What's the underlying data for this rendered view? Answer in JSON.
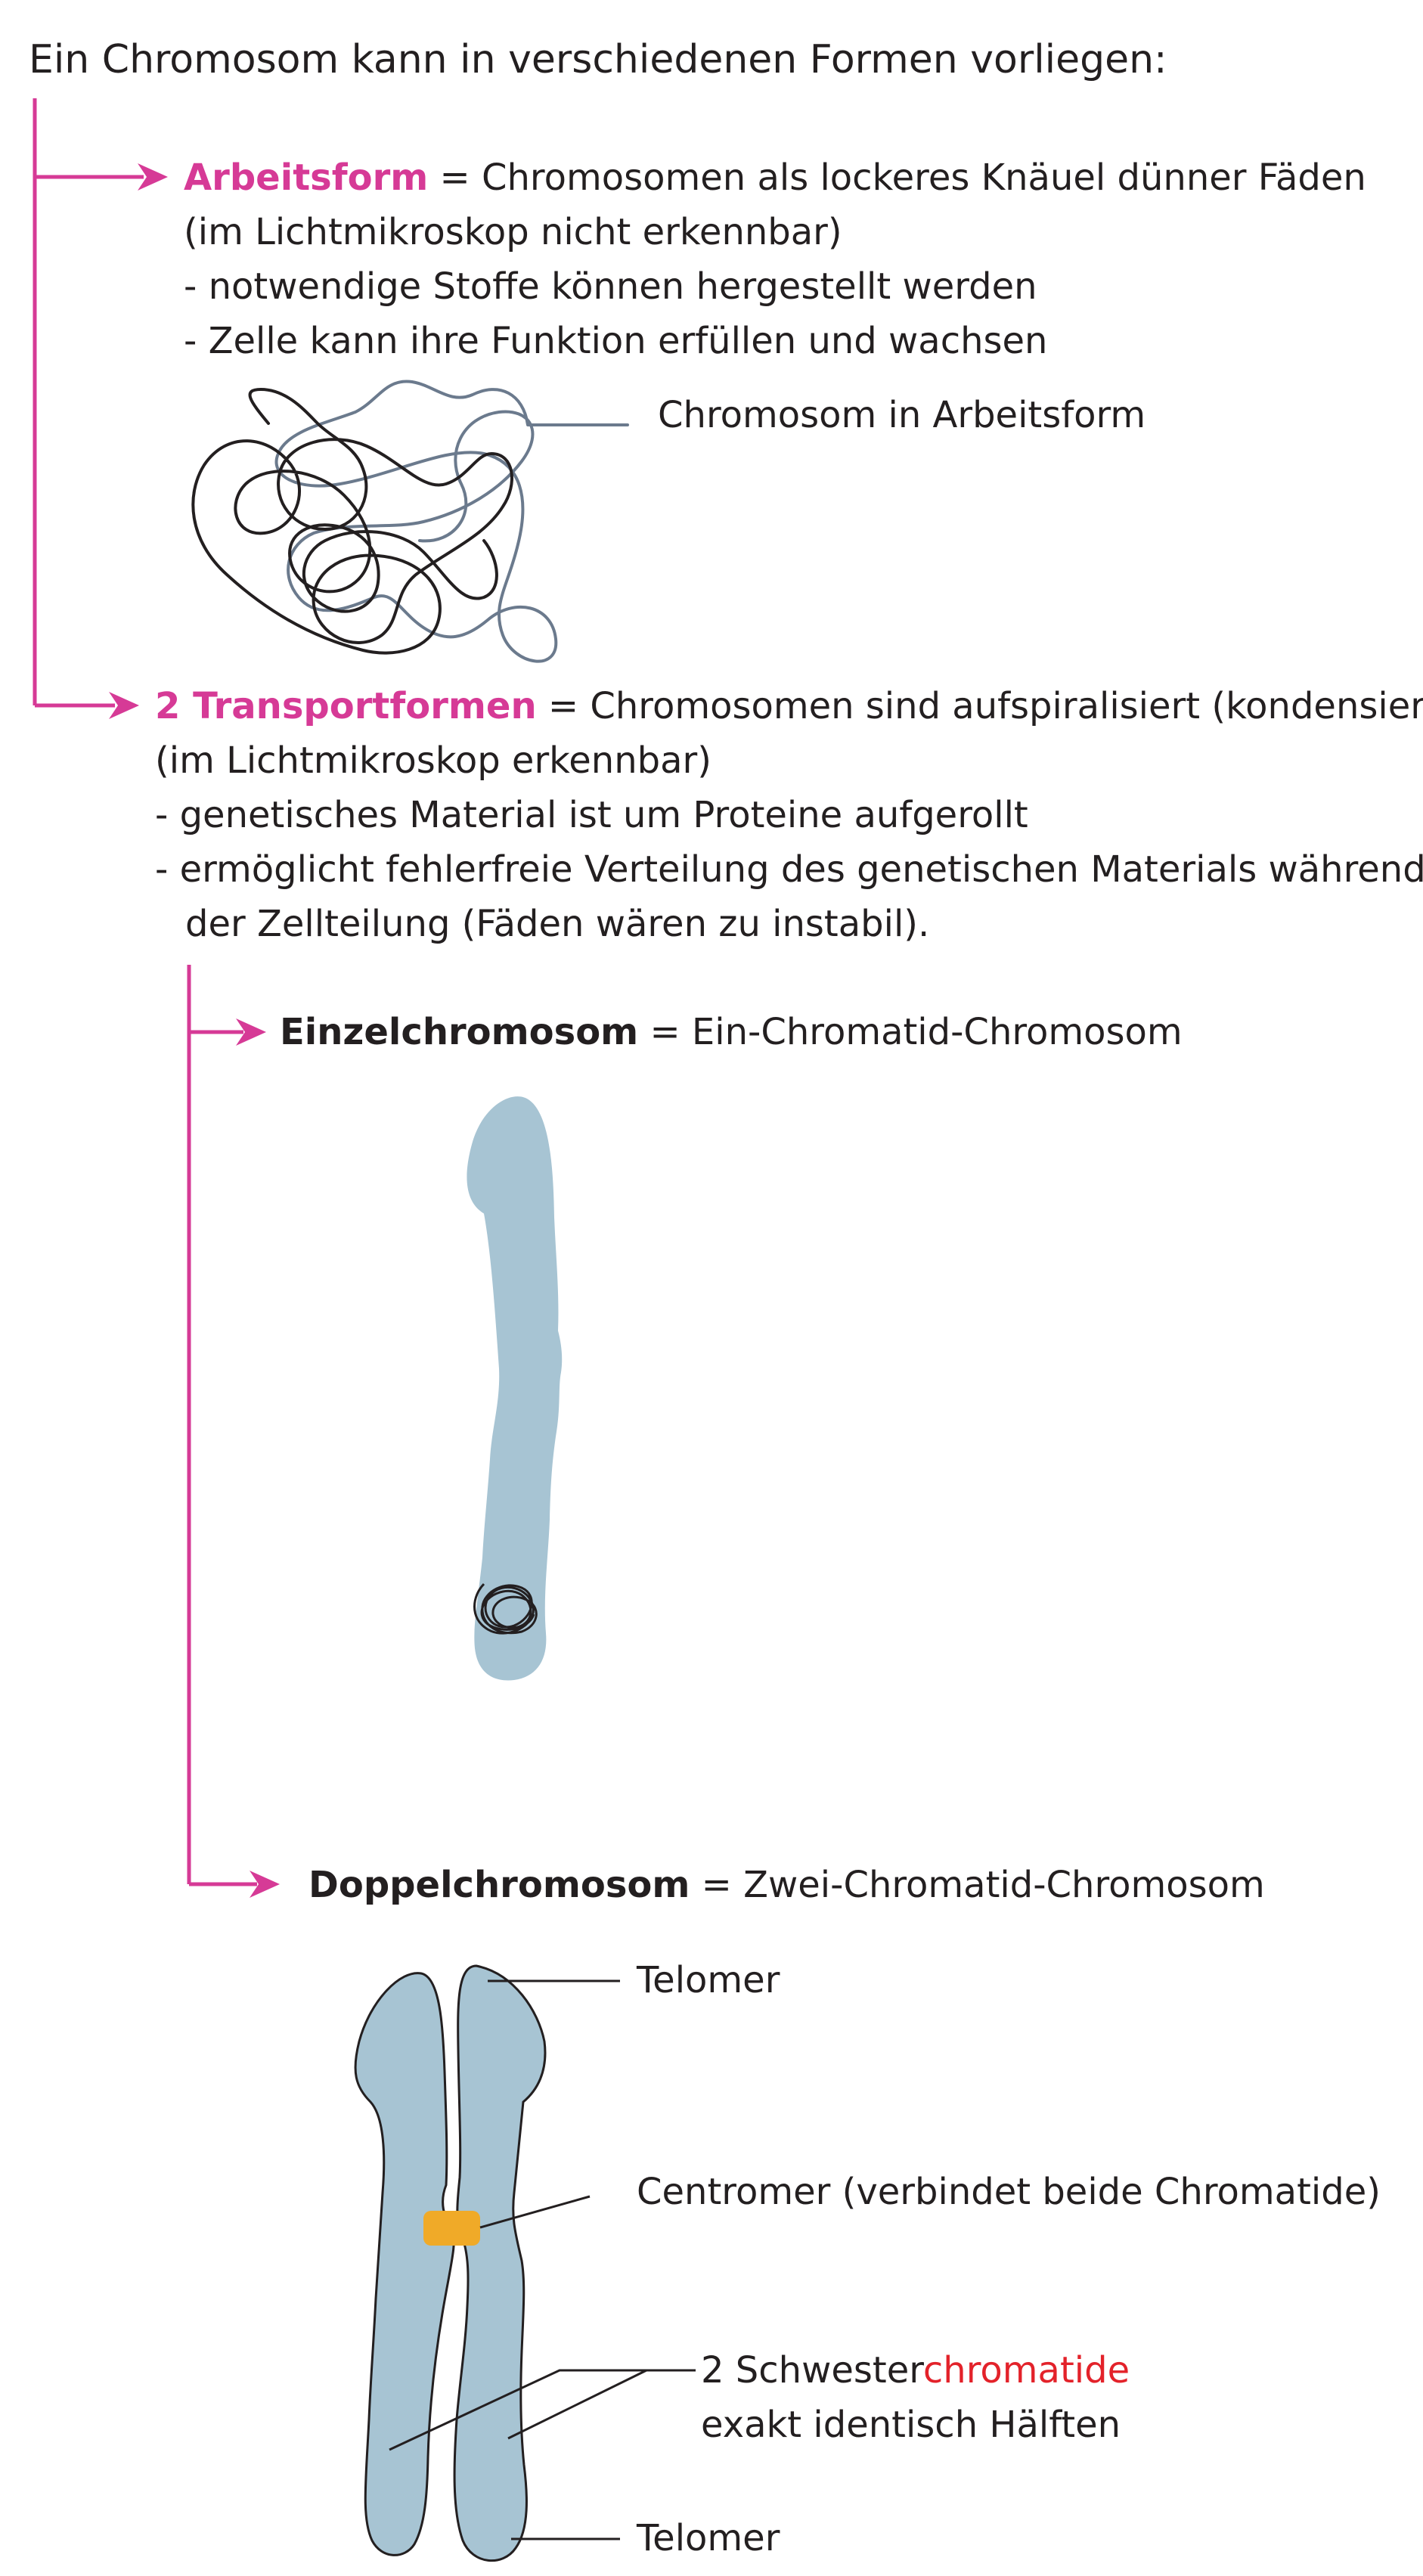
{
  "title": "Ein Chromosom kann in verschiedenen Formen vorliegen:",
  "arbeitsform": {
    "term": "Arbeitsform",
    "definition": " = Chromosomen als lockeres Knäuel dünner Fäden",
    "note": "(im Lichtmikroskop nicht erkennbar)",
    "bullet1": "- notwendige Stoffe können hergestellt werden",
    "bullet2": "- Zelle kann ihre Funktion erfüllen und wachsen",
    "figure_label": "Chromosom in Arbeitsform"
  },
  "transportformen": {
    "term": "2 Transportformen",
    "definition": " = Chromosomen sind aufspiralisiert (kondensiert)",
    "note": "(im Lichtmikroskop erkennbar)",
    "bullet1": "- genetisches Material ist um Proteine aufgerollt",
    "bullet2_line1": "- ermöglicht fehlerfreie Verteilung des genetischen Materials während",
    "bullet2_line2": "der Zellteilung (Fäden wären zu instabil)."
  },
  "einzelchromosom": {
    "term": "Einzelchromosom",
    "definition": " = Ein-Chromatid-Chromosom"
  },
  "doppelchromosom": {
    "term": "Doppelchromosom",
    "definition": " = Zwei-Chromatid-Chromosom",
    "label_telomer_top": "Telomer",
    "label_centromer": "Centromer (verbindet beide Chromatide)",
    "label_schwester_prefix": "2 Schwester",
    "label_schwester_highlight": "chromatide",
    "label_identisch": "exakt identisch Hälften",
    "label_telomer_bottom": "Telomer"
  },
  "colors": {
    "accent_magenta": "#d63a96",
    "chromosome_fill": "#a7c4d3",
    "centromere": "#f0aa28",
    "highlight_red": "#e3222a",
    "line_dark": "#231f20",
    "line_grey": "#6b7a8d"
  }
}
